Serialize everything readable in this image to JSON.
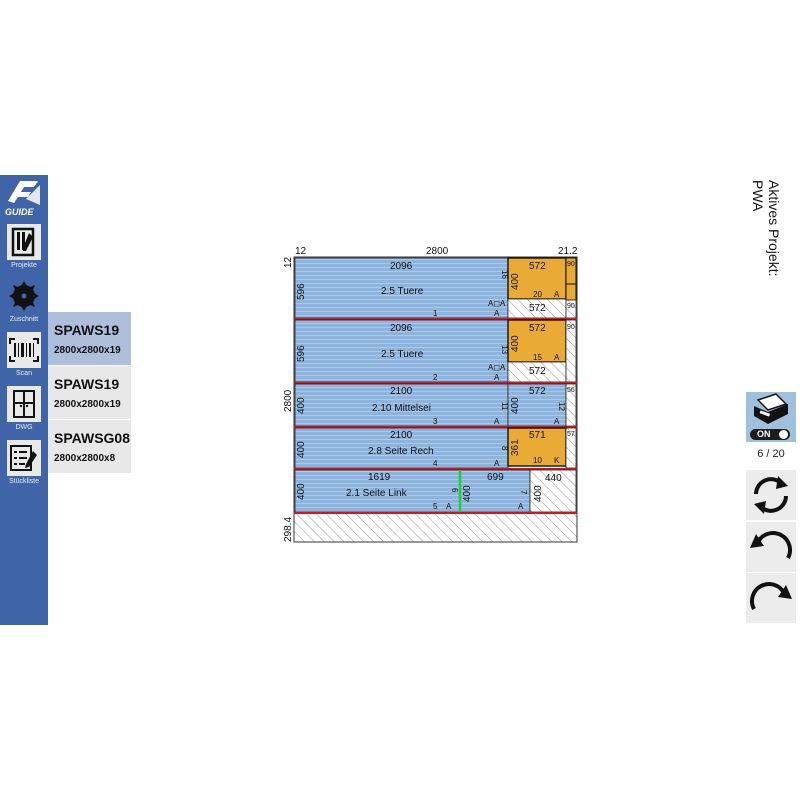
{
  "sidebar": {
    "logo_text": "GUIDE",
    "items": [
      {
        "label": "Projekte",
        "icon": "project-book-icon"
      },
      {
        "label": "Zuschnitt",
        "icon": "saw-blade-icon"
      },
      {
        "label": "Scan",
        "icon": "barcode-scan-icon"
      },
      {
        "label": "DWG",
        "icon": "drawing-icon"
      },
      {
        "label": "Stückliste",
        "icon": "parts-list-icon"
      }
    ]
  },
  "materials": [
    {
      "name": "SPAWS19",
      "dims": "2800x2800x19",
      "selected": true
    },
    {
      "name": "SPAWS19",
      "dims": "2800x2800x19",
      "selected": false
    },
    {
      "name": "SPAWSG08",
      "dims": "2800x2800x8",
      "selected": false
    }
  ],
  "header": {
    "project_label": "Aktives Projekt:",
    "project_name": "PWA"
  },
  "printer": {
    "toggle_label": "ON"
  },
  "pager": {
    "text": "6 / 20"
  },
  "cutplan": {
    "top_left": "12",
    "top_width": "2800",
    "top_right": "21.2",
    "left_top": "12",
    "left_height": "2800",
    "left_bottom": "298.4",
    "strips": [
      {
        "main": {
          "width": "2096",
          "height": "596",
          "name": "2.5  Tuere",
          "num": "1",
          "edge": "16",
          "marks_top": "A◻A",
          "marks_bottom": "A"
        },
        "side": {
          "width": "572",
          "height": "400",
          "num": "20",
          "marks": "A",
          "offcut_width": "572",
          "narrow_top": "90",
          "narrow_mid": "148",
          "narrow_bottom": "90"
        }
      },
      {
        "main": {
          "width": "2096",
          "height": "596",
          "name": "2.5  Tuere",
          "num": "2",
          "edge": "13",
          "marks_top": "A◻A",
          "marks_bottom": "A"
        },
        "side": {
          "width": "572",
          "height": "400",
          "num": "15",
          "marks": "A",
          "offcut_width": "572",
          "narrow_top": "90"
        }
      },
      {
        "main": {
          "width": "2100",
          "height": "400",
          "name": "2.10  Mittelsei",
          "num": "3",
          "edge": "11",
          "marks_bottom": "A"
        },
        "side": {
          "width": "572",
          "height": "400",
          "edge": "12",
          "marks": "A",
          "narrow_top": "56"
        }
      },
      {
        "main": {
          "width": "2100",
          "height": "400",
          "name": "2.8  Seite Rech",
          "num": "4",
          "edge": "8",
          "marks_bottom": "A"
        },
        "side": {
          "width": "571",
          "height": "361",
          "num": "10",
          "marks": "K",
          "narrow_top": "57"
        }
      },
      {
        "main": {
          "width": "1619",
          "height": "400",
          "name": "2.1  Seite Link",
          "num": "5",
          "edge": "6",
          "marks_bottom": "A"
        },
        "second": {
          "width": "699",
          "height": "400",
          "edge": "7",
          "marks_bottom": "A"
        },
        "side": {
          "width": "440",
          "height": "400"
        }
      }
    ]
  }
}
